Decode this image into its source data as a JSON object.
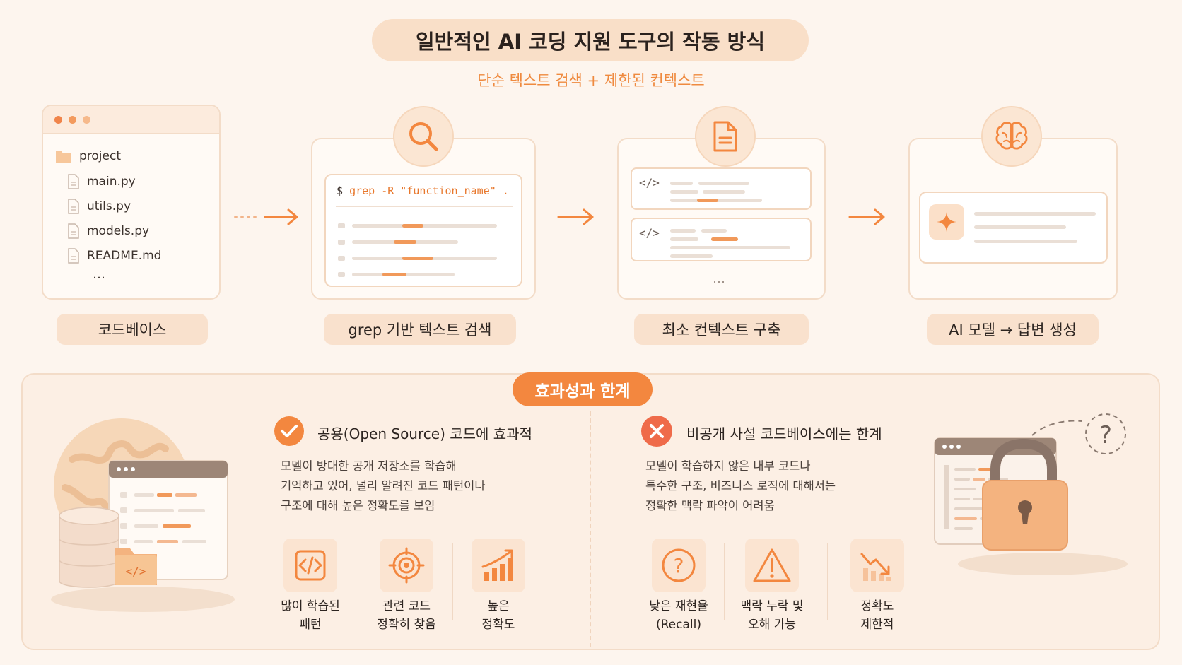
{
  "title": "일반적인 AI 코딩 지원 도구의 작동 방식",
  "subtitle": "단순 텍스트 검색 + 제한된 컨텍스트",
  "steps": {
    "codebase": {
      "label": "코드베이스",
      "folder": "project",
      "files": [
        "main.py",
        "utils.py",
        "models.py",
        "README.md"
      ],
      "more": "…"
    },
    "grep": {
      "label": "grep 기반 텍스트 검색",
      "prompt": "$",
      "command": "grep -R \"function_name\" ."
    },
    "context": {
      "label": "최소 컨텍스트 구축",
      "code_tag": "</>",
      "more": "…"
    },
    "model": {
      "label": "AI 모델 → 답변 생성"
    }
  },
  "bottom": {
    "badge": "효과성과 한계",
    "left": {
      "title": "공용(Open Source) 코드에 효과적",
      "lines": [
        "모델이 방대한 공개 저장소를 학습해",
        "기억하고 있어, 널리 알려진 코드 패턴이나",
        "구조에 대해 높은 정확도를 보임"
      ],
      "features": [
        {
          "line1": "많이 학습된",
          "line2": "패턴",
          "icon": "code-icon"
        },
        {
          "line1": "관련 코드",
          "line2": "정확히 찾음",
          "icon": "target-icon"
        },
        {
          "line1": "높은",
          "line2": "정확도",
          "icon": "growth-chart-icon"
        }
      ]
    },
    "right": {
      "title": "비공개 사설 코드베이스에는 한계",
      "lines": [
        "모델이 학습하지 않은 내부 코드나",
        "특수한 구조, 비즈니스 로직에 대해서는",
        "정확한 맥락 파악이 어려움"
      ],
      "features": [
        {
          "line1": "낮은 재현율",
          "line2": "(Recall)",
          "icon": "question-icon"
        },
        {
          "line1": "맥락 누락 및",
          "line2": "오해 가능",
          "icon": "warning-icon"
        },
        {
          "line1": "정확도",
          "line2": "제한적",
          "icon": "decline-chart-icon"
        }
      ]
    },
    "question_mark": "?"
  },
  "colors": {
    "accent": "#f3873f",
    "accent_light": "#fbe4d1",
    "background": "#fdf5ee",
    "error": "#ef6b4a"
  }
}
